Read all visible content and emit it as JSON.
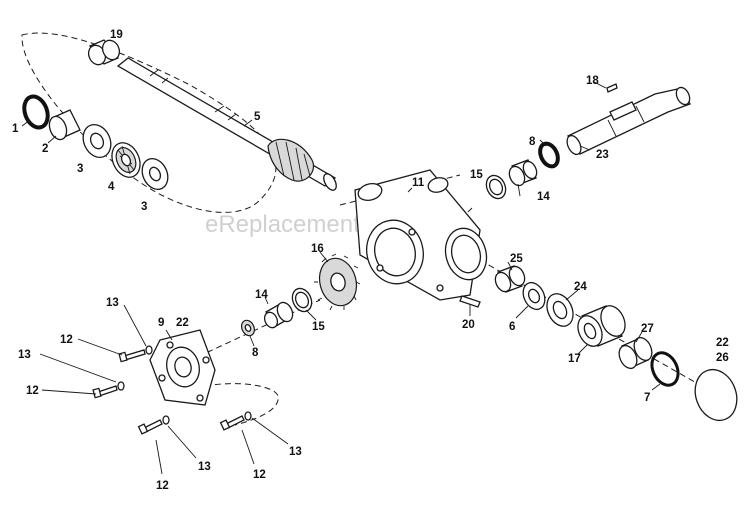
{
  "watermark": "eReplacementParts.com",
  "labels": {
    "l1": "1",
    "l2": "2",
    "l3a": "3",
    "l3b": "3",
    "l4": "4",
    "l5": "5",
    "l6": "6",
    "l7": "7",
    "l8a": "8",
    "l8b": "8",
    "l9": "9",
    "l11": "11",
    "l12a": "12",
    "l12b": "12",
    "l12c": "12",
    "l12d": "12",
    "l13a": "13",
    "l13b": "13",
    "l13c": "13",
    "l13d": "13",
    "l14a": "14",
    "l14b": "14",
    "l15a": "15",
    "l15b": "15",
    "l16": "16",
    "l17": "17",
    "l18": "18",
    "l19": "19",
    "l20": "20",
    "l22a": "22",
    "l22b": "22",
    "l23": "23",
    "l24": "24",
    "l25": "25",
    "l26": "26",
    "l27": "27"
  },
  "colors": {
    "line": "#1a1a1a",
    "watermark": "#c8c8c8",
    "background": "#ffffff"
  }
}
